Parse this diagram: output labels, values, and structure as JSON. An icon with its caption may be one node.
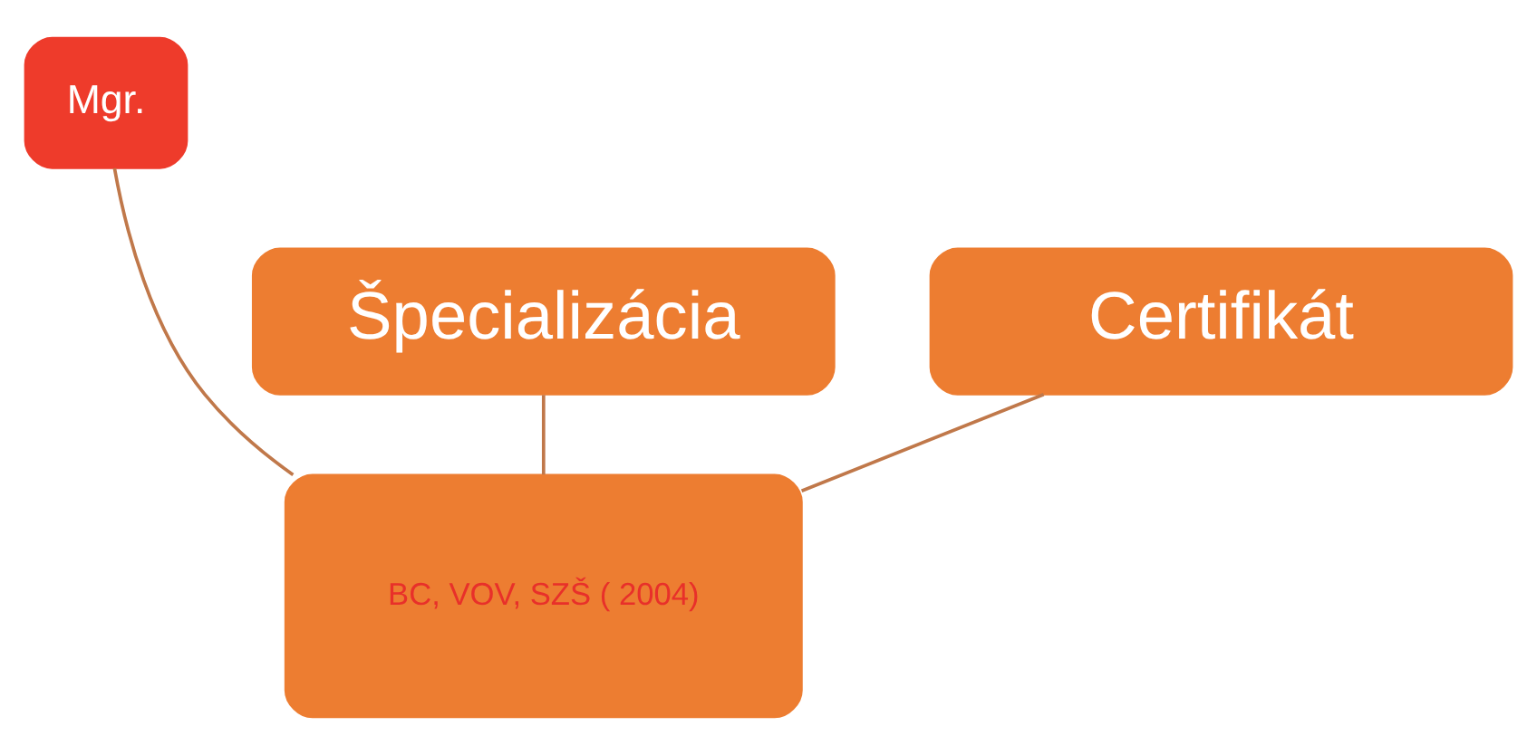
{
  "diagram": {
    "nodes": [
      {
        "text": [
          "Mgr."
        ]
      },
      {
        "text": [
          "Špecializácia"
        ]
      },
      {
        "text": [
          "Certifikát"
        ]
      },
      {
        "text": [
          "BC, VOV, SZŠ ( 2004)"
        ]
      }
    ],
    "edges": [
      {
        "from": 3,
        "to": 1,
        "arrow": "none"
      },
      {
        "from": 3,
        "to": 0,
        "arrow": "none"
      },
      {
        "from": 3,
        "to": 2,
        "arrow": "none"
      }
    ]
  }
}
